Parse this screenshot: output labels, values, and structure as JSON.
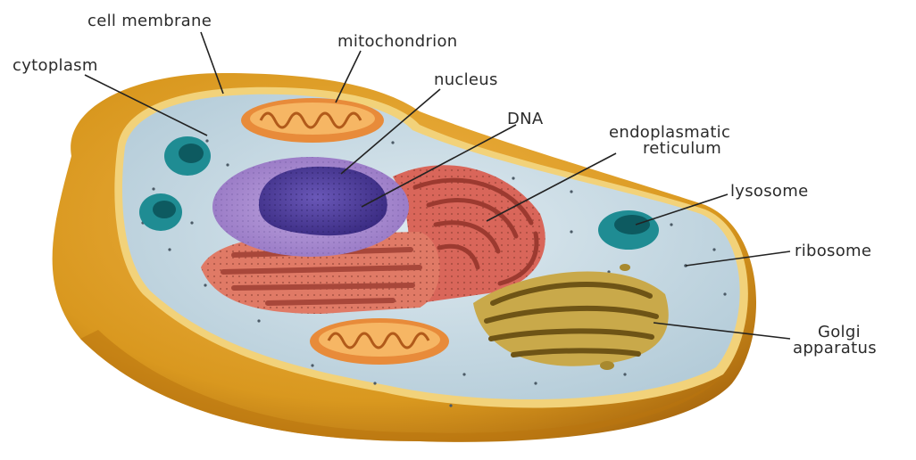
{
  "labels": {
    "cell_membrane": "cell membrane",
    "mitochondrion": "mitochondrion",
    "cytoplasm": "cytoplasm",
    "nucleus": "nucleus",
    "dna": "DNA",
    "endoplasmatic_reticulum": [
      "endoplasmatic",
      "reticulum"
    ],
    "lysosome": "lysosome",
    "ribosome": "ribosome",
    "golgi_apparatus": [
      "Golgi",
      "apparatus"
    ]
  },
  "colors": {
    "membrane_outer": "#d9981f",
    "membrane_shadow": "#b9740f",
    "membrane_rim": "#f2d27a",
    "cytoplasm": "#c8dce6",
    "nuclear_envelope": "#a98ad0",
    "nucleus_core": "#4b3a9a",
    "er": "#e07a66",
    "er_dark": "#b5433a",
    "mitochondrion": "#f0a050",
    "lysosome": "#1f8c93",
    "golgi": "#c9a94a",
    "golgi_dark": "#6e5416"
  }
}
